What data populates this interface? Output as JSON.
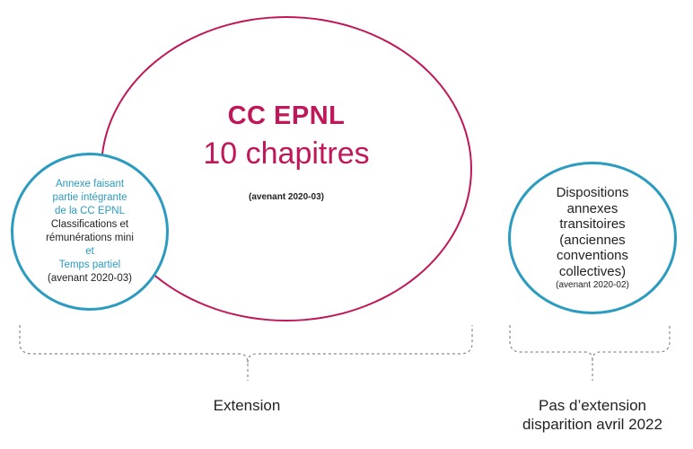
{
  "colors": {
    "magenta": "#c0175a",
    "cyan": "#2b9cc0",
    "text": "#222222"
  },
  "main_circle": {
    "title": "CC EPNL",
    "subtitle": "10 chapitres",
    "note": "(avenant 2020-03)"
  },
  "left_circle": {
    "line1": "Annexe faisant",
    "line2": "partie intégrante",
    "line3": "de la CC EPNL",
    "line4": "Classifications et",
    "line5": "rémunérations mini",
    "line6": "et",
    "line7": "Temps partiel",
    "line8": "(avenant 2020-03)"
  },
  "right_circle": {
    "line1": "Dispositions",
    "line2": "annexes",
    "line3": "transitoires",
    "line4": "(anciennes",
    "line5": "conventions",
    "line6": "collectives)",
    "note": "(avenant 2020-02)"
  },
  "labels": {
    "extension": "Extension",
    "no_extension_line1": "Pas d’extension",
    "no_extension_line2": "disparition avril 2022"
  }
}
